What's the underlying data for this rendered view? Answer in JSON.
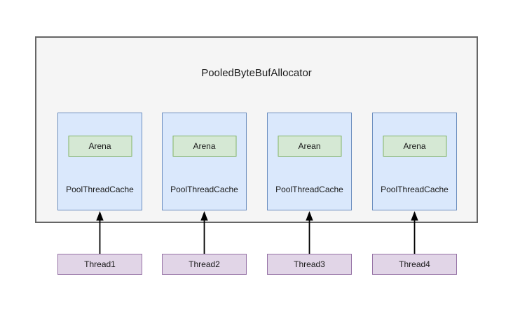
{
  "diagram": {
    "title": "PooledByteBufAllocator",
    "caches": [
      {
        "arena": "Arena",
        "label": "PoolThreadCache"
      },
      {
        "arena": "Arena",
        "label": "PoolThreadCache"
      },
      {
        "arena": "Arean",
        "label": "PoolThreadCache"
      },
      {
        "arena": "Arena",
        "label": "PoolThreadCache"
      }
    ],
    "threads": [
      "Thread1",
      "Thread2",
      "Thread3",
      "Thread4"
    ],
    "colors": {
      "container_fill": "#f5f5f5",
      "container_border": "#666666",
      "cache_fill": "#dae8fc",
      "cache_border": "#6c8ebf",
      "arena_fill": "#d5e8d4",
      "arena_border": "#82b366",
      "thread_fill": "#e1d5e7",
      "thread_border": "#9673a6",
      "arrow": "#000000"
    }
  }
}
